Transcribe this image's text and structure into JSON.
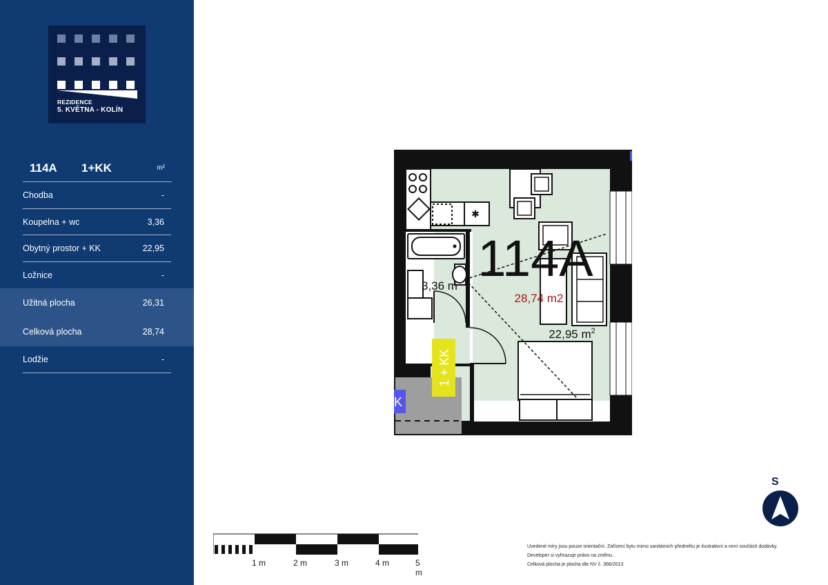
{
  "logo": {
    "line1": "REZIDENCE",
    "line2": "5. KVĚTNA - KOLÍN"
  },
  "unit": {
    "code": "114A",
    "type": "1+KK",
    "unit_label": "m²"
  },
  "rooms": [
    {
      "label": "Chodba",
      "value": "-"
    },
    {
      "label": "Koupelna + wc",
      "value": "3,36"
    },
    {
      "label": "Obytný prostor + KK",
      "value": "22,95"
    },
    {
      "label": "Ložnice",
      "value": "-"
    },
    {
      "label": "Užitná plocha",
      "value": "26,31"
    },
    {
      "label": "Celková plocha",
      "value": "28,74"
    },
    {
      "label": "Lodžie",
      "value": "-"
    }
  ],
  "plan": {
    "unit_label": "114A",
    "total_area": "28,74 m2",
    "bath_area": "3,36 m",
    "living_area": "22,95 m",
    "area_sup": "2",
    "layout_tag": "1 + KK",
    "edge_tag": "K"
  },
  "scale": {
    "labels": [
      "1 m",
      "2 m",
      "3 m",
      "4 m",
      "5 m"
    ]
  },
  "compass": {
    "label": "S"
  },
  "notes": {
    "line1": "Uvedené míry jsou pouze orientační. Zařízení bytu mimo sanitámích předmětu je ilustrativní a není součástí dodávky.",
    "line2": "Developer si vyhrazuje právo na změnu.",
    "line3": "Celková plocha je plocha dle NV č. 366/2013"
  },
  "colors": {
    "sidebar": "#0f3a72",
    "highlight_row": "#2d5489",
    "room_fill": "#dbe9dc",
    "tag_yellow": "#e5e41c",
    "tag_blue": "#5557e8",
    "area_red": "#a5171b"
  }
}
